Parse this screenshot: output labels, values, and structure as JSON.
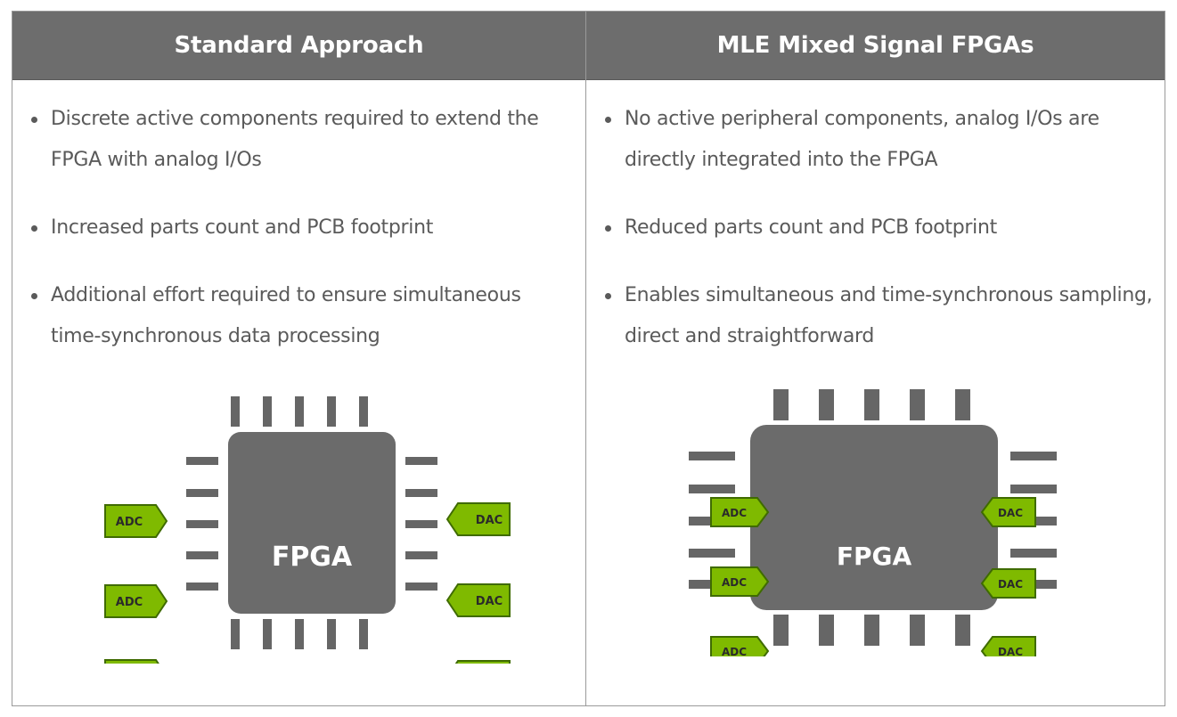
{
  "headers": {
    "left": "Standard Approach",
    "right": "MLE Mixed Signal FPGAs"
  },
  "left_bullets": [
    "Discrete active components required to extend the FPGA with analog I/Os",
    "Increased parts count and PCB footprint",
    "Additional effort required to ensure simultaneous time-synchronous data processing"
  ],
  "right_bullets": [
    "No active peripheral components, analog I/Os are directly integrated into the FPGA",
    "Reduced parts count and PCB footprint",
    "Enables simultaneous and time-synchronous sampling, direct and straightforward"
  ],
  "diagram": {
    "chip_label": "FPGA",
    "adc_label": "ADC",
    "dac_label": "DAC"
  },
  "colors": {
    "header_bg": "#6d6d6d",
    "chip": "#6b6b6b",
    "pin": "#666666",
    "converter_fill": "#7fba00",
    "converter_stroke": "#3f6b00"
  }
}
